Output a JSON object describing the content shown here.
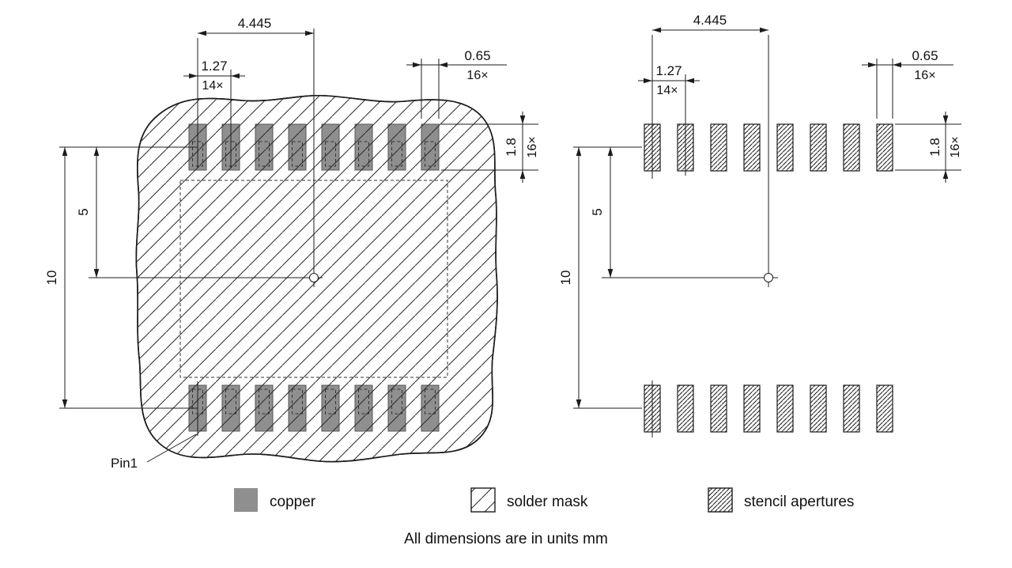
{
  "colors": {
    "copper": "#8f8f8f",
    "line": "#1c1c1c"
  },
  "left_view": {
    "pads_per_row": 8,
    "pin1_label": "Pin1",
    "dims": {
      "span_half": "4.445",
      "pitch": "1.27",
      "pitch_count": "14×",
      "pad_width": "0.65",
      "pad_width_count": "16×",
      "pad_height": "1.8",
      "pad_height_count": "16×",
      "half_height": "5",
      "full_height": "10"
    }
  },
  "right_view": {
    "pads_per_row": 8,
    "dims": {
      "span_half": "4.445",
      "pitch": "1.27",
      "pitch_count": "14×",
      "pad_width": "0.65",
      "pad_width_count": "16×",
      "pad_height": "1.8",
      "pad_height_count": "16×",
      "half_height": "5",
      "full_height": "10"
    }
  },
  "legend": {
    "items": [
      {
        "id": "copper",
        "label": "copper"
      },
      {
        "id": "solder-mask",
        "label": "solder mask"
      },
      {
        "id": "stencil-apertures",
        "label": "stencil apertures"
      }
    ]
  },
  "footer": {
    "note": "All dimensions are in units mm"
  }
}
